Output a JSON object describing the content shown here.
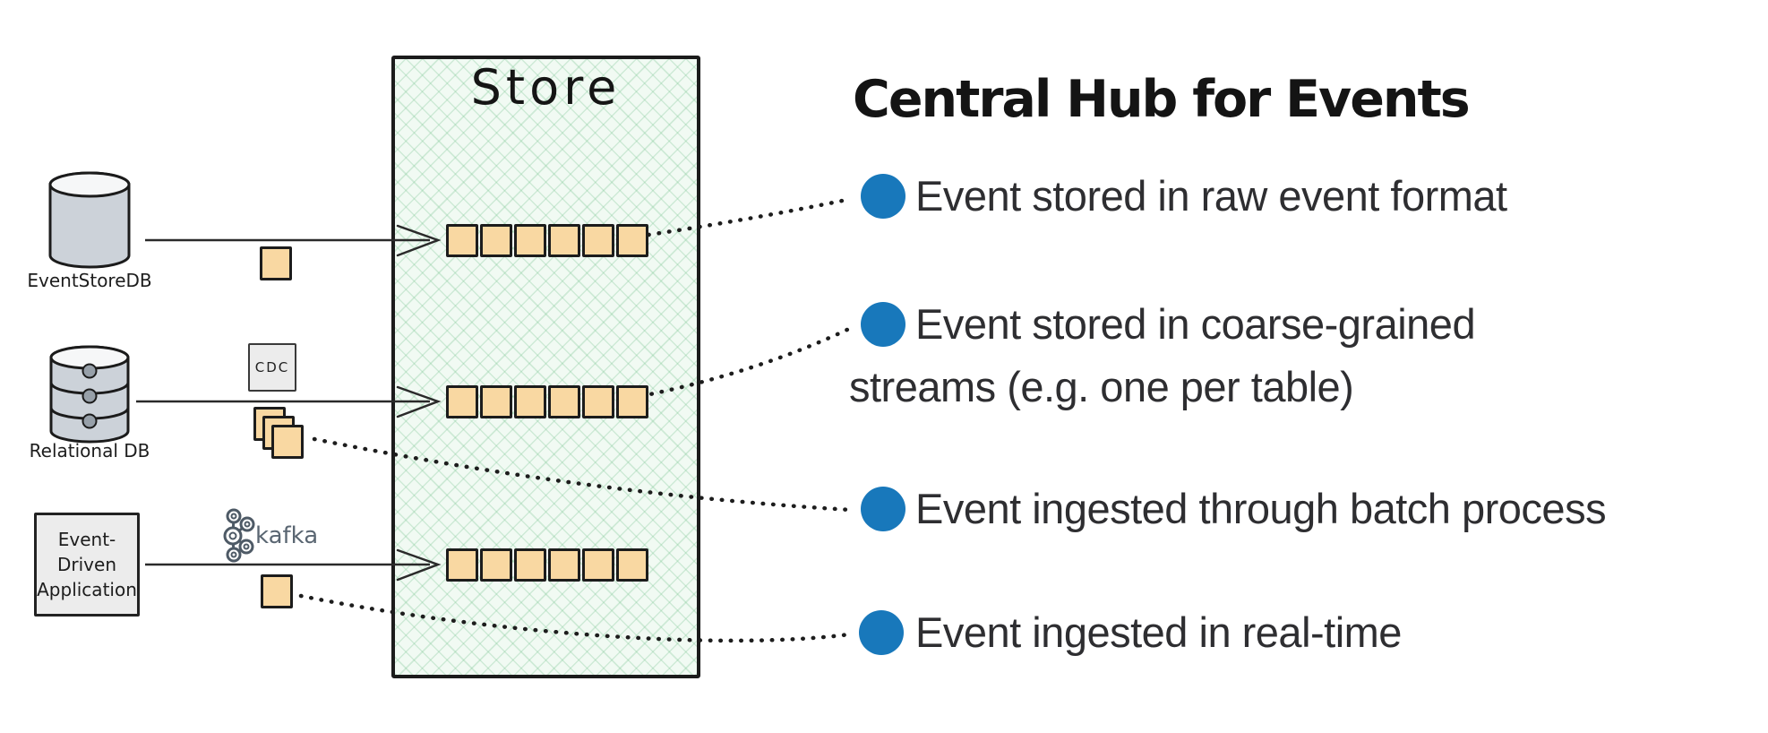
{
  "diagram": {
    "store": {
      "label": "Store",
      "stream_square_counts": [
        6,
        6,
        6
      ]
    },
    "sources": [
      {
        "label": "EventStoreDB"
      },
      {
        "label": "Relational DB"
      },
      {
        "label_lines": [
          "Event-",
          "Driven",
          "Application"
        ]
      }
    ],
    "connectors": {
      "cdc_label": "CDC",
      "kafka_label": "kafka"
    }
  },
  "panel": {
    "title": "Central Hub for Events",
    "bullets": [
      {
        "lines": [
          "Event stored in raw event format"
        ]
      },
      {
        "lines": [
          "Event stored in coarse-grained",
          "streams (e.g. one per table)"
        ]
      },
      {
        "lines": [
          "Event ingested through batch process"
        ]
      },
      {
        "lines": [
          "Event ingested in real-time"
        ]
      }
    ]
  },
  "colors": {
    "bullet_blue": "#1878bb",
    "event_orange": "#f9d8a2",
    "store_bg_green": "#f1faf3",
    "hatch_green": "#7dc694",
    "ink": "#1b1b1b",
    "cylinder_gray": "#ccd2d9",
    "kafka_gray": "#5a6672",
    "body_text": "#2e2e31"
  }
}
